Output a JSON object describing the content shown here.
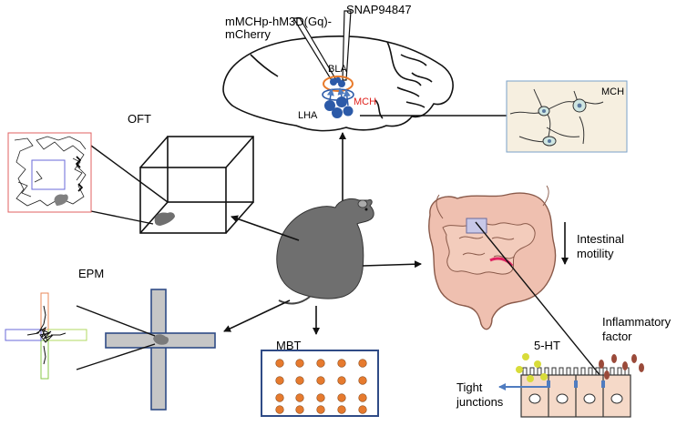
{
  "labels": {
    "virus": [
      "mMCHp-hM3D(Gq)-",
      "mCherry"
    ],
    "antagonist": "SNAP94847",
    "bla": "BLA",
    "lha": "LHA",
    "mch": "MCH",
    "mch_inset": "MCH",
    "oft": "OFT",
    "epm": "EPM",
    "mbt": "MBT",
    "intestinal_motility": [
      "Intestinal",
      "motility"
    ],
    "ht5": "5-HT",
    "inflammatory_factor": [
      "Inflammatory",
      "factor"
    ],
    "tight_junctions": [
      "Tight",
      "junctions"
    ]
  },
  "colors": {
    "neuron_blue": "#2c5aa8",
    "bla_ring_orange": "#e87a2a",
    "mch_red": "#e0211c",
    "inset_bg": "#f6efe0",
    "oft_border": "#e06060",
    "maze_fill": "#c6c6c6",
    "maze_stroke": "#2f4b86",
    "marble_orange": "#e67a2e",
    "gut_pink": "#efc0b0",
    "serotonin_yellow": "#d8dc3a",
    "cytokine_brown": "#9a4a3a",
    "tight_junction_blue": "#4f7cc0"
  },
  "icons": [
    "brain-outline",
    "mouse-silhouette",
    "open-field-cube",
    "plus-maze",
    "marble-grid",
    "intestine",
    "epithelium"
  ]
}
